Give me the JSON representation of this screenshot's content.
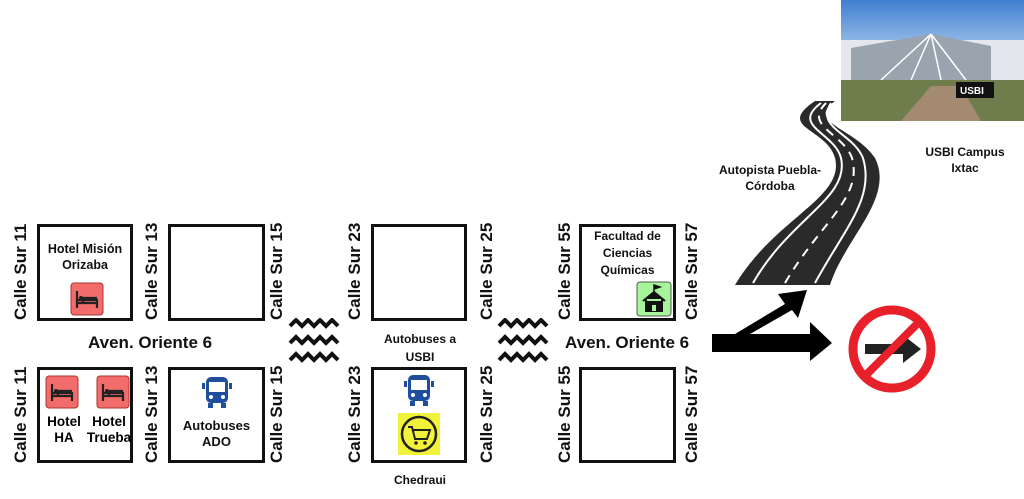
{
  "streets": {
    "sur11": "Calle Sur 11",
    "sur13": "Calle Sur 13",
    "sur15": "Calle Sur 15",
    "sur23": "Calle Sur 23",
    "sur25": "Calle Sur 25",
    "sur55": "Calle Sur 55",
    "sur57": "Calle Sur 57",
    "avenue": "Aven. Oriente 6"
  },
  "places": {
    "hotel_mision": "Hotel Misión Orizaba",
    "hotel_ha": "Hotel HA",
    "hotel_trueba": "Hotel Trueba",
    "ado": "Autobuses ADO",
    "bus_usbi": "Autobuses a USBI",
    "chedraui": "Chedraui",
    "facultad": "Facultad de Ciencias Químicas",
    "highway": "Autopista Puebla-Córdoba",
    "campus": "USBI Campus Ixtac",
    "photo_sign": "USBI"
  },
  "colors": {
    "hotel": "#f26c6c",
    "bus": "#1f4e9c",
    "shop": "#f2f23a",
    "school": "#a6f59a",
    "noentry": "#e8202a"
  }
}
